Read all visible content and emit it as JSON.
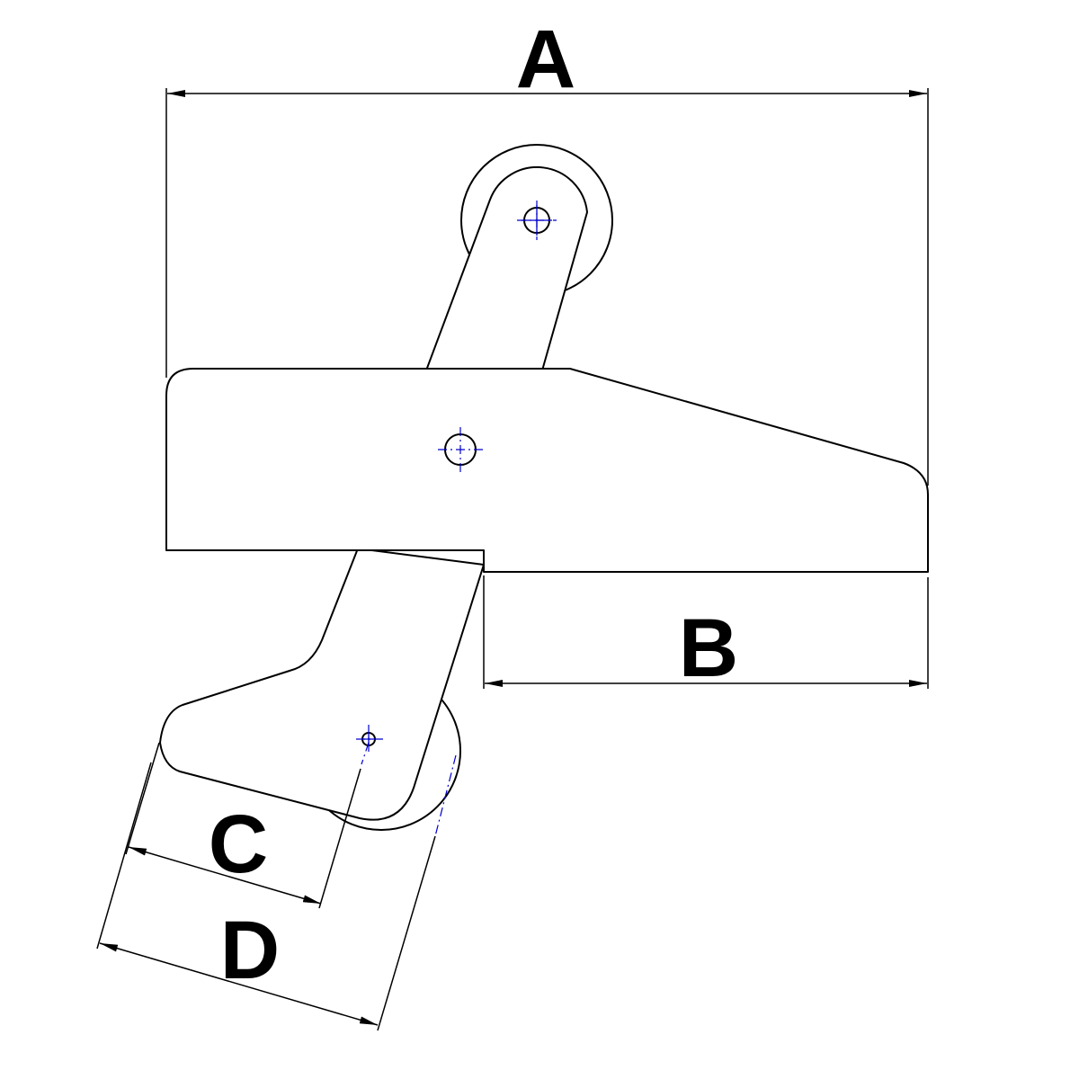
{
  "drawing": {
    "dimension_labels": {
      "a": "A",
      "b": "B",
      "c": "C",
      "d": "D"
    },
    "colors": {
      "outline": "#000000",
      "centerline": "#0000cc"
    }
  }
}
